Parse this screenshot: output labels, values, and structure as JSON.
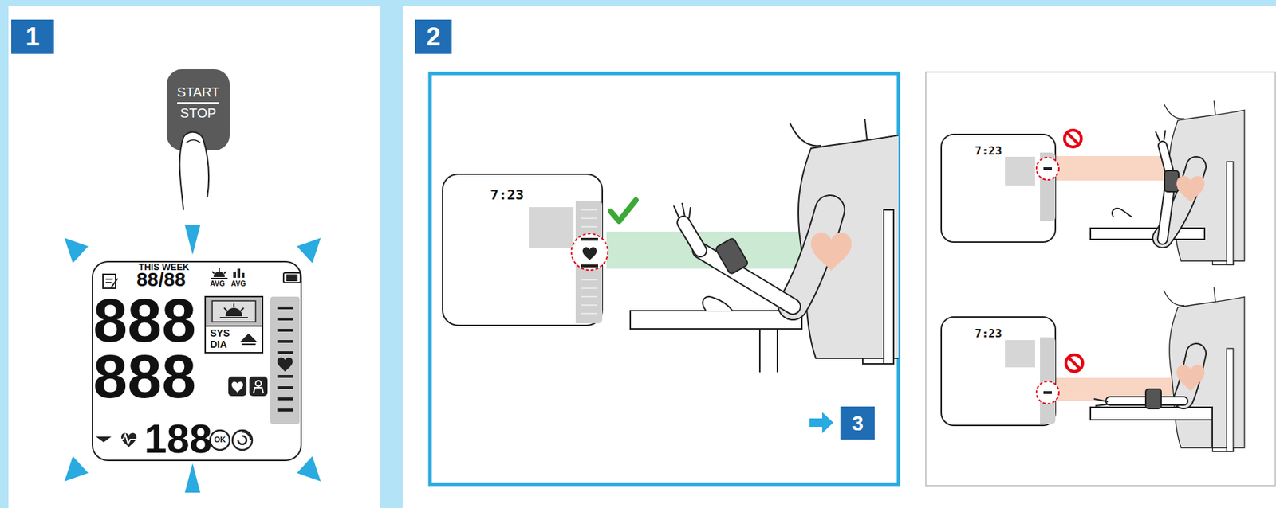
{
  "diagram": {
    "nodes": [
      {
        "text": [
          "1"
        ]
      },
      {
        "text": [
          "START",
          "STOP"
        ]
      },
      {
        "text": [
          "2"
        ]
      },
      {
        "text": [
          "3"
        ]
      }
    ],
    "labels": [
      "THIS WEEK",
      "88/88",
      "AVG",
      "AVG",
      "888",
      "888",
      "SYS",
      "DIA",
      "188",
      "OK",
      "7:23",
      "7:23",
      "7:23"
    ]
  }
}
